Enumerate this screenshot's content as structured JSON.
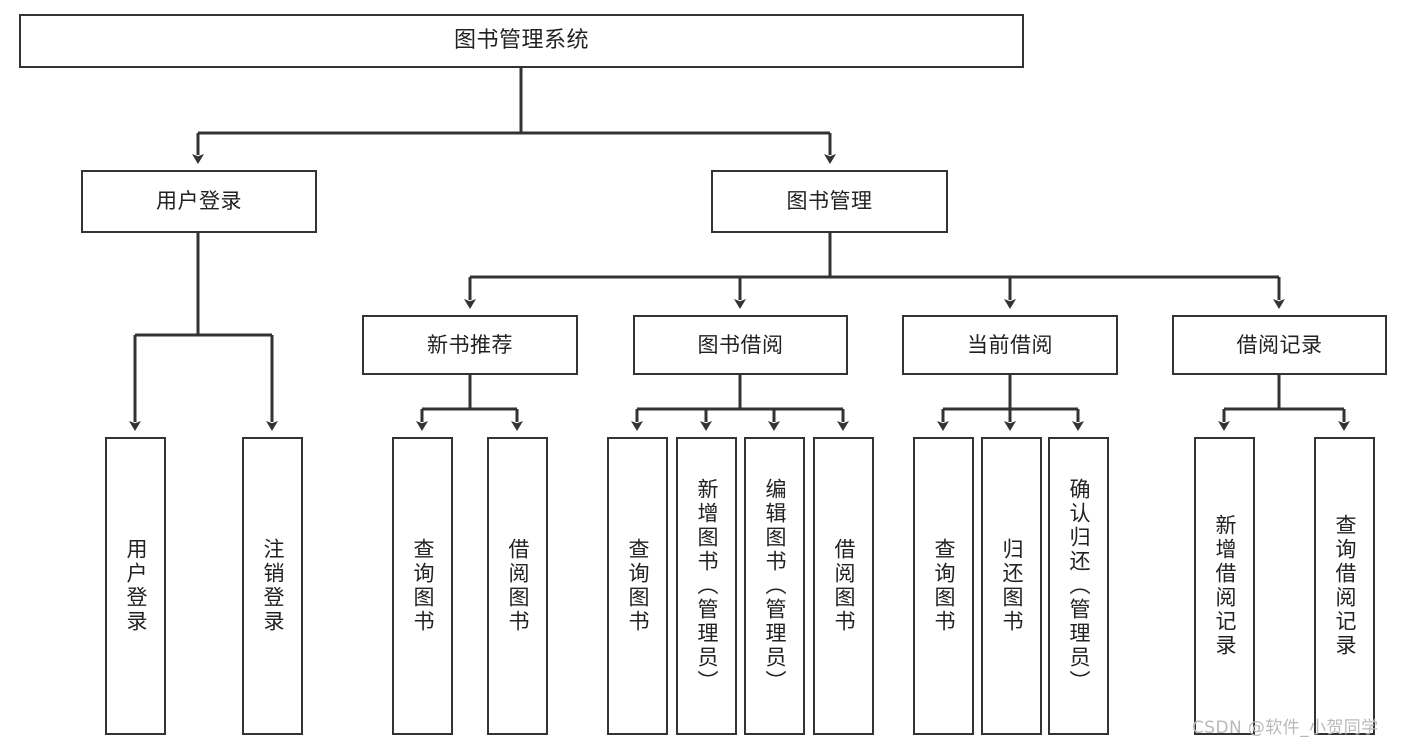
{
  "diagram": {
    "type": "tree-hierarchy-chart",
    "title": "图书管理系统",
    "stroke_color": "#333333",
    "background_color": "#ffffff",
    "levels": [
      {
        "level": 1,
        "nodes": [
          {
            "id": "root",
            "label": "图书管理系统",
            "orientation": "horizontal"
          }
        ]
      },
      {
        "level": 2,
        "nodes": [
          {
            "id": "user-login",
            "label": "用户登录",
            "orientation": "horizontal",
            "parent": "root"
          },
          {
            "id": "book-manage",
            "label": "图书管理",
            "orientation": "horizontal",
            "parent": "root"
          }
        ]
      },
      {
        "level": 3,
        "nodes": [
          {
            "id": "new-book-rec",
            "label": "新书推荐",
            "orientation": "horizontal",
            "parent": "book-manage"
          },
          {
            "id": "book-borrow",
            "label": "图书借阅",
            "orientation": "horizontal",
            "parent": "book-manage"
          },
          {
            "id": "current-borrow",
            "label": "当前借阅",
            "orientation": "horizontal",
            "parent": "book-manage"
          },
          {
            "id": "borrow-record",
            "label": "借阅记录",
            "orientation": "horizontal",
            "parent": "book-manage"
          }
        ]
      },
      {
        "level": 4,
        "nodes": [
          {
            "id": "leaf-user-login",
            "label": "用户登录",
            "orientation": "vertical",
            "parent": "user-login"
          },
          {
            "id": "leaf-logout-login",
            "label": "注销登录",
            "orientation": "vertical",
            "parent": "user-login"
          },
          {
            "id": "leaf-query-book-1",
            "label": "查询图书",
            "orientation": "vertical",
            "parent": "new-book-rec"
          },
          {
            "id": "leaf-borrow-book-1",
            "label": "借阅图书",
            "orientation": "vertical",
            "parent": "new-book-rec"
          },
          {
            "id": "leaf-query-book-2",
            "label": "查询图书",
            "orientation": "vertical",
            "parent": "book-borrow"
          },
          {
            "id": "leaf-add-book",
            "label": "新增图书（管理员）",
            "orientation": "vertical",
            "parent": "book-borrow"
          },
          {
            "id": "leaf-edit-book",
            "label": "编辑图书（管理员）",
            "orientation": "vertical",
            "parent": "book-borrow"
          },
          {
            "id": "leaf-borrow-book-2",
            "label": "借阅图书",
            "orientation": "vertical",
            "parent": "book-borrow"
          },
          {
            "id": "leaf-query-book-3",
            "label": "查询图书",
            "orientation": "vertical",
            "parent": "current-borrow"
          },
          {
            "id": "leaf-return-book",
            "label": "归还图书",
            "orientation": "vertical",
            "parent": "current-borrow"
          },
          {
            "id": "leaf-confirm-return",
            "label": "确认归还（管理员）",
            "orientation": "vertical",
            "parent": "current-borrow"
          },
          {
            "id": "leaf-add-record",
            "label": "新增借阅记录",
            "orientation": "vertical",
            "parent": "borrow-record"
          },
          {
            "id": "leaf-query-record",
            "label": "查询借阅记录",
            "orientation": "vertical",
            "parent": "borrow-record"
          }
        ]
      }
    ]
  },
  "watermark": {
    "text": "CSDN @软件_小贺同学"
  }
}
